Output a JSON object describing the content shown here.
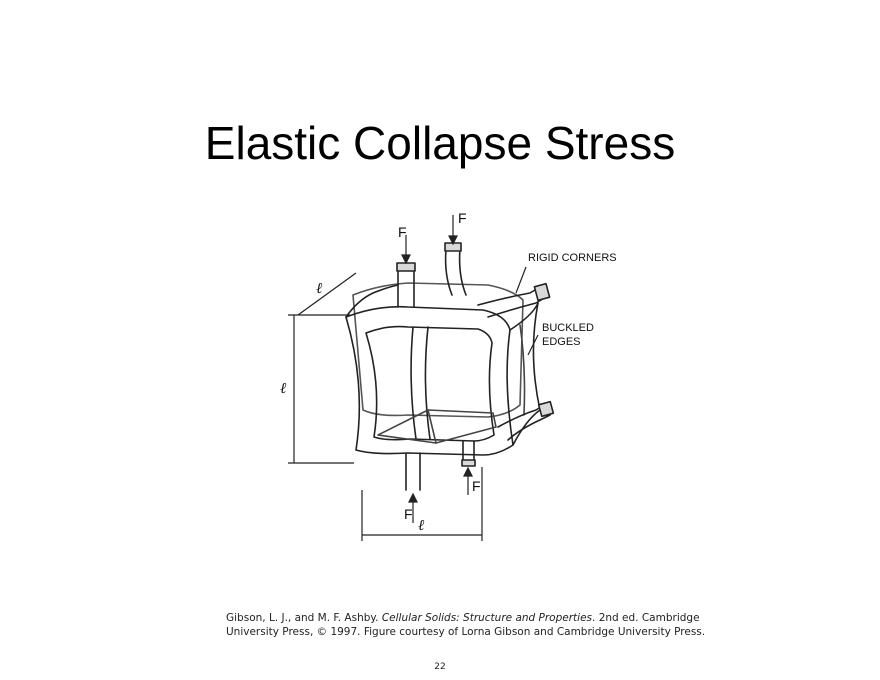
{
  "slide": {
    "title": "Elastic Collapse Stress",
    "page_number": "22"
  },
  "figure": {
    "labels": {
      "force_top_left": "F",
      "force_top_right": "F",
      "force_bottom_left": "F",
      "force_bottom_right": "F",
      "rigid_corners": "RIGID CORNERS",
      "buckled_edges_line1": "BUCKLED",
      "buckled_edges_line2": "EDGES",
      "length_top": "ℓ",
      "length_left": "ℓ",
      "length_bottom": "ℓ"
    }
  },
  "citation": {
    "part1": "Gibson, L. J., and M. F. Ashby. ",
    "title": "Cellular Solids: Structure and Properties",
    "part2": ". 2nd ed. Cambridge University Press, © 1997. Figure courtesy of Lorna Gibson and Cambridge University Press."
  }
}
